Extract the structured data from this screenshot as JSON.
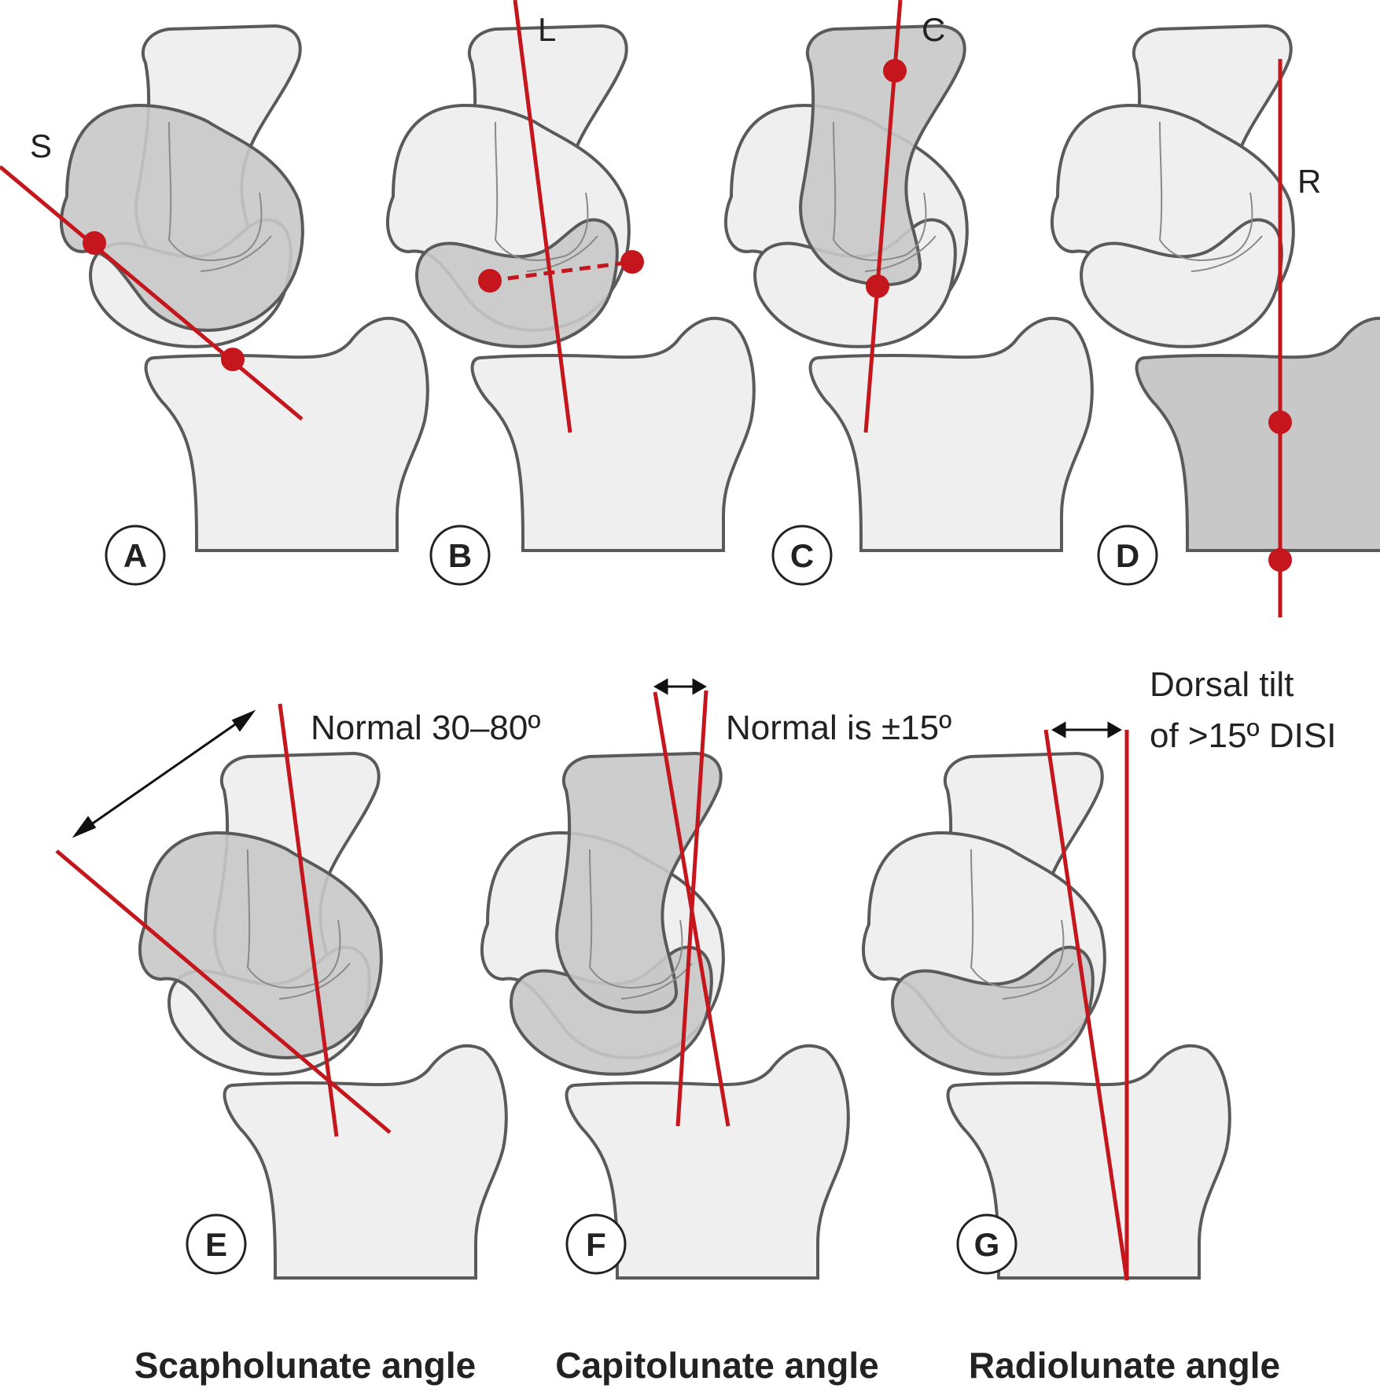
{
  "colors": {
    "bone_light": "#efefef",
    "bone_dark": "#c8c8c8",
    "outline": "#5a5a5a",
    "inner_line": "#8a8a8a",
    "measure_line": "#c4161c",
    "arrow": "#111111",
    "background": "#ffffff"
  },
  "panels": [
    {
      "id": "A",
      "letter": "A",
      "line_label": "S",
      "highlight": "scaphoid"
    },
    {
      "id": "B",
      "letter": "B",
      "line_label": "L",
      "highlight": "lunate"
    },
    {
      "id": "C",
      "letter": "C",
      "line_label": "C",
      "highlight": "capitate"
    },
    {
      "id": "D",
      "letter": "D",
      "line_label": "R",
      "highlight": "radius"
    },
    {
      "id": "E",
      "letter": "E",
      "note": "Normal 30–80º",
      "highlight": "scaphoid"
    },
    {
      "id": "F",
      "letter": "F",
      "note": "Normal is ±15º",
      "highlight": "capitate-lunate"
    },
    {
      "id": "G",
      "letter": "G",
      "note_line1": "Dorsal tilt",
      "note_line2": "of >15º DISI",
      "highlight": "lunate"
    }
  ],
  "captions": [
    "Scapholunate angle",
    "Capitolunate angle",
    "Radiolunate angle"
  ]
}
